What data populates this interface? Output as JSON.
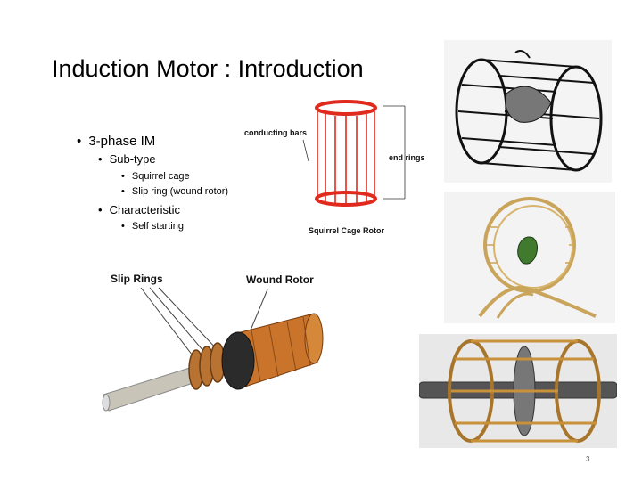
{
  "slide": {
    "title": "Induction Motor : Introduction",
    "bullets": {
      "level1": "3-phase IM",
      "subtype_label": "Sub-type",
      "subtype_items": [
        "Squirrel cage",
        "Slip ring (wound rotor)"
      ],
      "characteristic_label": "Characteristic",
      "characteristic_items": [
        "Self starting"
      ]
    },
    "page_number": "3"
  },
  "figures": {
    "squirrel_cage": {
      "label_conducting_bars": "conducting bars",
      "label_end_rings": "end rings",
      "caption": "Squirrel Cage Rotor",
      "ring_color": "#e02a1e"
    },
    "wound_rotor": {
      "label_slip_rings": "Slip Rings",
      "label_wound_rotor": "Wound Rotor",
      "winding_color": "#c9742a",
      "ring_color": "#b87333"
    }
  }
}
